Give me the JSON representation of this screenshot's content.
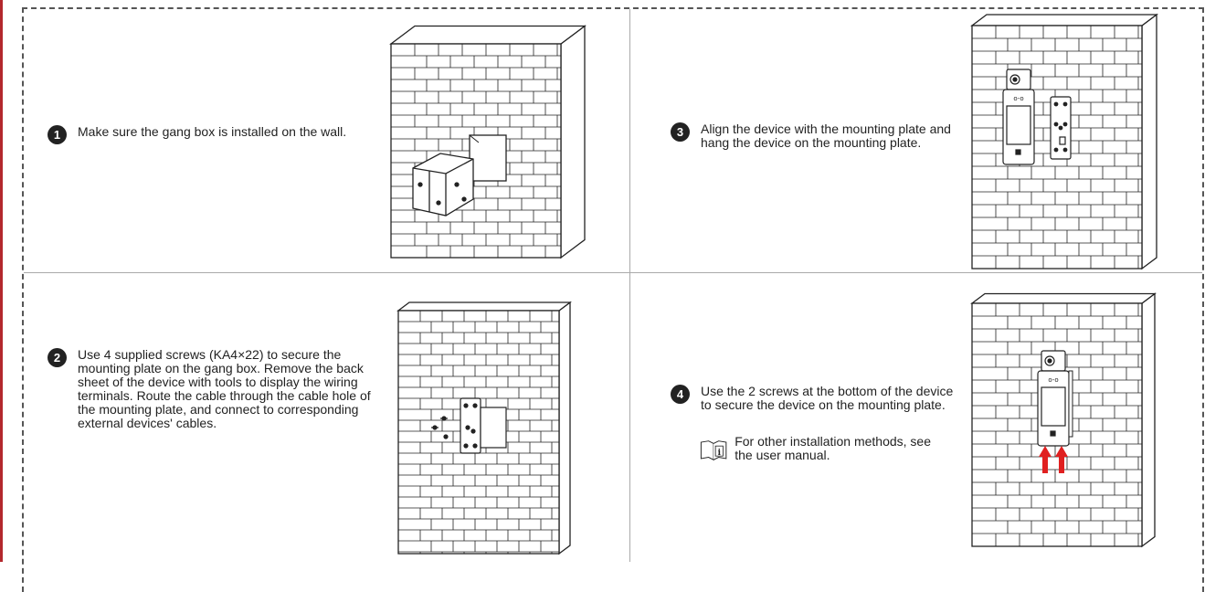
{
  "steps": [
    {
      "number": "1",
      "text": "Make sure the gang box is installed on the wall."
    },
    {
      "number": "2",
      "text": "Use 4 supplied screws (KA4×22) to secure the mounting plate on the gang box. Remove the back sheet of the device with tools to display the wiring terminals. Route the cable through the cable hole of the mounting plate, and connect to corresponding external devices' cables."
    },
    {
      "number": "3",
      "text": "Align the device with the mounting plate and hang the device on the mounting plate."
    },
    {
      "number": "4",
      "text": "Use the 2 screws at the bottom of the device to secure the device on the mounting plate."
    }
  ],
  "note": {
    "icon": "info-book-icon",
    "text": "For other installation methods, see the user manual."
  },
  "colors": {
    "accent_red": "#b3282d",
    "arrow_red": "#e02020",
    "line": "#222222"
  }
}
